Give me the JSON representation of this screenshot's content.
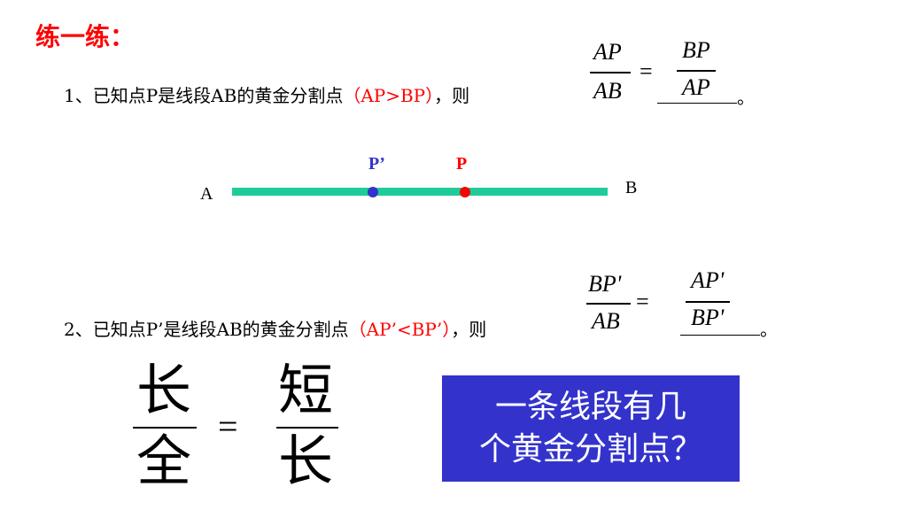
{
  "title": "练一练：",
  "q1": {
    "prefix": "1、已知点P是线段AB的黄金分割点",
    "condition": "（AP>BP）",
    "suffix": "，则",
    "frac1_num": "AP",
    "frac1_den": "AB",
    "equals": "=",
    "frac2_num": "BP",
    "frac2_den": "AP",
    "period": "。"
  },
  "diagram": {
    "label_a": "A",
    "label_b": "B",
    "label_p": "P",
    "label_p_prime": "P’",
    "line_color": "#1fcc99",
    "p_color": "#ff0000",
    "p_prime_color": "#3333cc"
  },
  "q2": {
    "prefix": "2、已知点P’是线段AB的黄金分割点",
    "condition": "（AP’<BP’）",
    "suffix": "，则",
    "frac1_num": "BP'",
    "frac1_den": "AB",
    "equals": "=",
    "frac2_num": "AP'",
    "frac2_den": "BP'",
    "period": "。"
  },
  "mnemonic": {
    "left_num": "长",
    "left_den": "全",
    "equals": "=",
    "right_num": "短",
    "right_den": "长"
  },
  "question_box": {
    "line1": "一条线段有几",
    "line2": "个黄金分割点？",
    "bg_color": "#3333cc"
  }
}
